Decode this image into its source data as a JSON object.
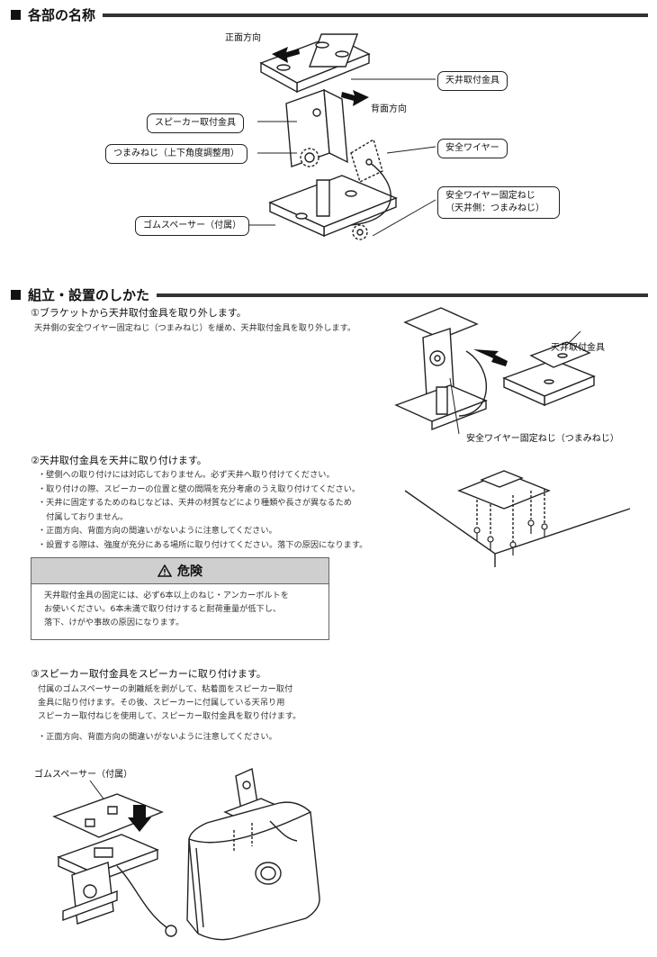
{
  "section1": {
    "title": "各部の名称",
    "front_direction": "正面方向",
    "back_direction": "背面方向",
    "callouts": {
      "ceiling_bracket": "天井取付金具",
      "speaker_bracket": "スピーカー取付金具",
      "knob_screw": "つまみねじ（上下角度調整用）",
      "safety_wire": "安全ワイヤー",
      "wire_screw_line1": "安全ワイヤー固定ねじ",
      "wire_screw_line2": "（天井側：つまみねじ）",
      "rubber_spacer": "ゴムスペーサー（付属）"
    }
  },
  "section2": {
    "title": "組立・設置のしかた",
    "step1": {
      "title": "①ブラケットから天井取付金具を取り外します。",
      "text": "天井側の安全ワイヤー固定ねじ（つまみねじ）を緩め、天井取付金具を取り外します。",
      "label_bracket": "天井取付金具",
      "label_screw": "安全ワイヤー固定ねじ（つまみねじ）"
    },
    "step2": {
      "title": "②天井取付金具を天井に取り付けます。",
      "bullets": [
        "・壁側への取り付けには対応しておりません。必ず天井へ取り付けてください。",
        "・取り付けの際、スピーカーの位置と壁の間隔を充分考慮のうえ取り付けてください。",
        "・天井に固定するためのねじなどは、天井の材質などにより種類や長さが異なるため",
        "　付属しておりません。",
        "・正面方向、背面方向の間違いがないように注意してください。",
        "・設置する際は、強度が充分にある場所に取り付けてください。落下の原因になります。"
      ]
    },
    "danger": {
      "title": "危険",
      "lines": [
        "天井取付金具の固定には、必ず6本以上のねじ・アンカーボルトを",
        "お使いください。6本未満で取り付けすると耐荷重量が低下し、",
        "落下、けがや事故の原因になります。"
      ]
    },
    "step3": {
      "title": "③スピーカー取付金具をスピーカーに取り付けます。",
      "lines": [
        "付属のゴムスペーサーの剥離紙を剥がして、粘着面をスピーカー取付",
        "金具に貼り付けます。その後、スピーカーに付属している天吊り用",
        "スピーカー取付ねじを使用して、スピーカー取付金具を取り付けます。"
      ],
      "note": "・正面方向、背面方向の間違いがないように注意してください。",
      "label_spacer": "ゴムスペーサー（付属）"
    }
  }
}
